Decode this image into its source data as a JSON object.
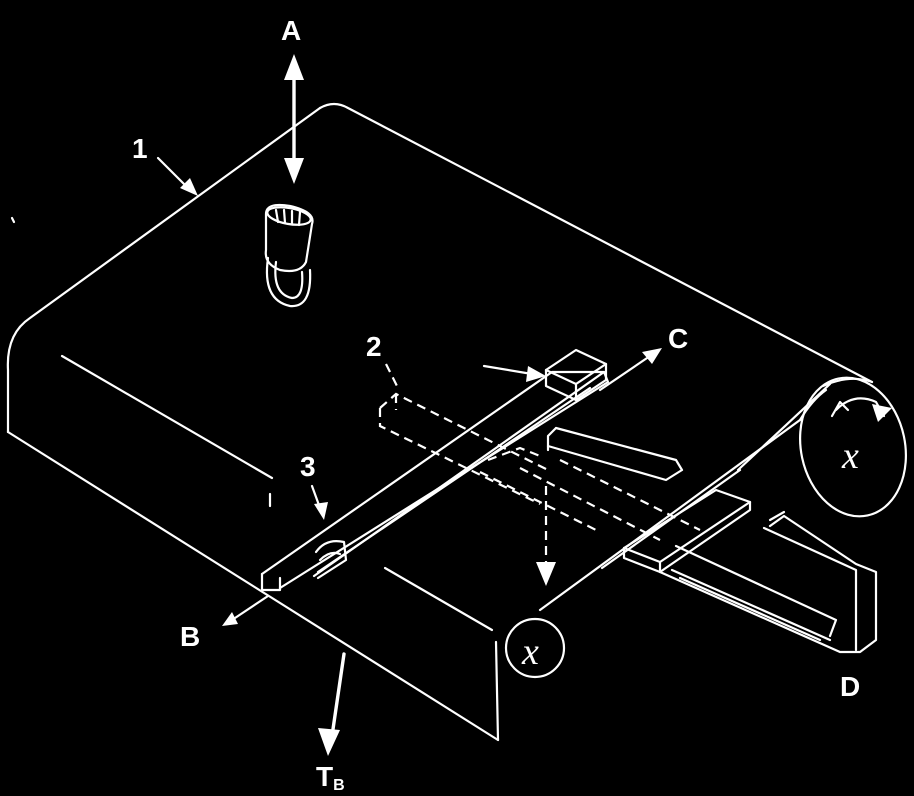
{
  "labels": {
    "a": "A",
    "b": "B",
    "c": "C",
    "d": "D",
    "one": "1",
    "two": "2",
    "three": "3",
    "tb": "T",
    "tb_sub": "B"
  },
  "axis_mark": "x",
  "colors": {
    "background": "#000000",
    "line": "#ffffff"
  }
}
